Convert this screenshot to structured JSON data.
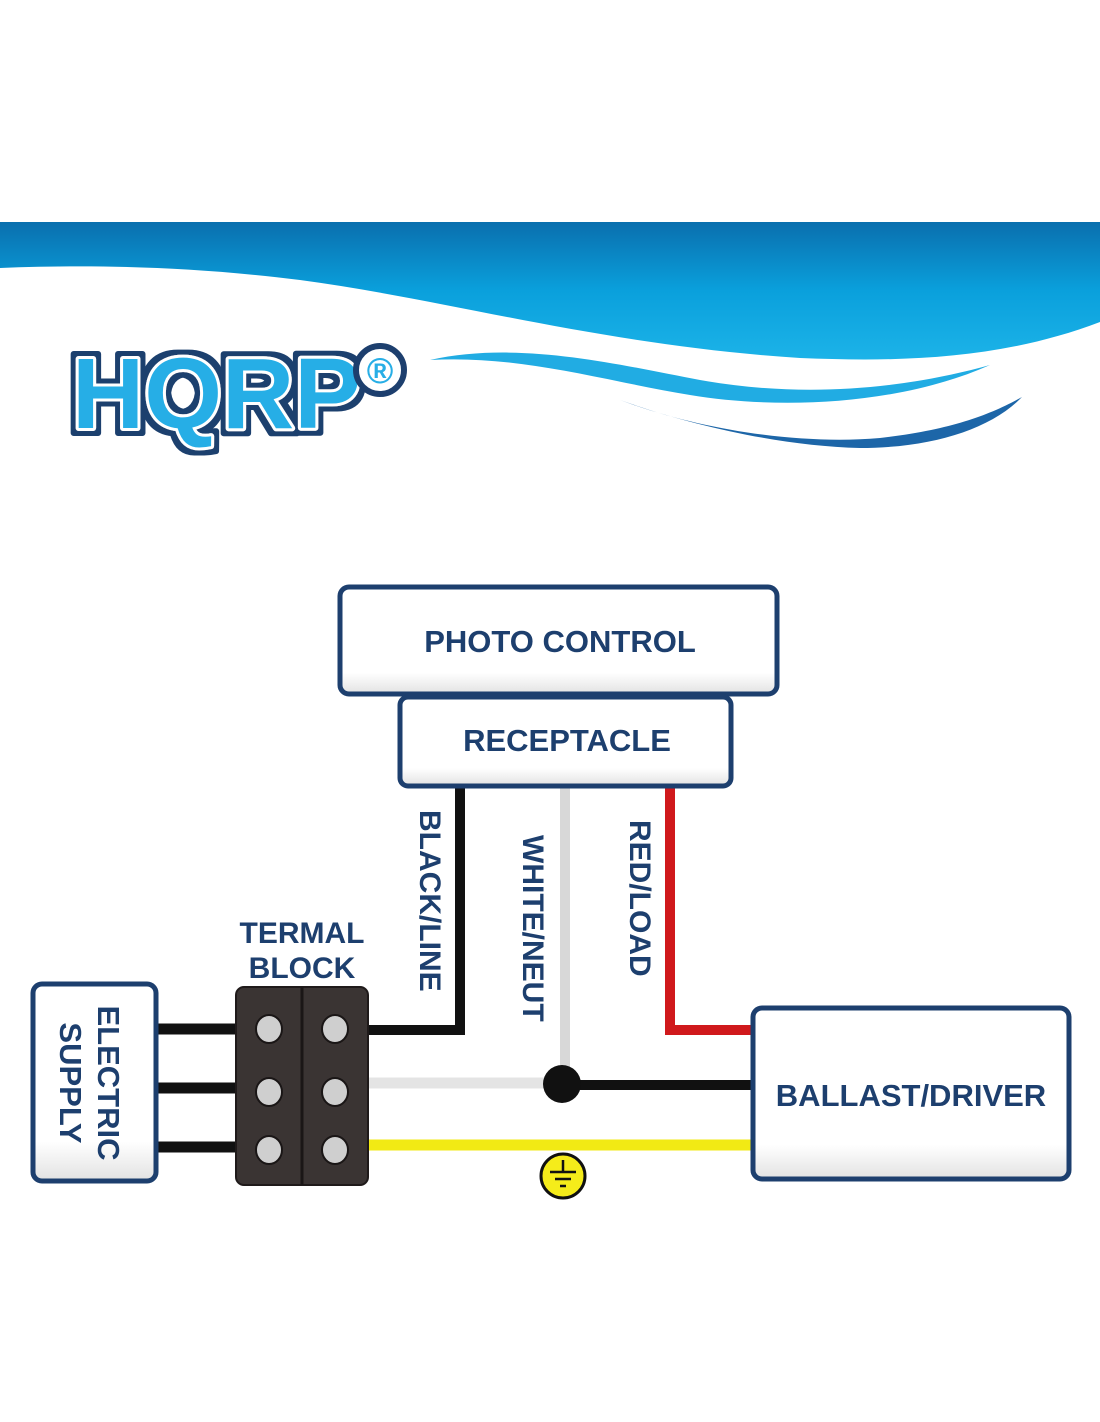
{
  "brand": {
    "logo_text": "HQRP",
    "registered_mark": "®"
  },
  "diagram": {
    "photo_control": "PHOTO CONTROL",
    "receptacle": "RECEPTACLE",
    "terminal_block": [
      "TERMAL",
      "BLOCK"
    ],
    "electric_supply": [
      "ELECTRIC",
      "SUPPLY"
    ],
    "ballast_driver": "BALLAST/DRIVER",
    "wires": {
      "black": "BLACK/LINE",
      "white": "WHITE/NEUT",
      "red": "RED/LOAD"
    }
  },
  "colors": {
    "box_border": "#1d3f6e",
    "wave_blue": "#0aa0dc",
    "wave_dark": "#1d66a8",
    "wire_black": "#111111",
    "wire_red": "#d0191c",
    "wire_yellow": "#f2ea14",
    "terminal_block": "#3a3433"
  }
}
